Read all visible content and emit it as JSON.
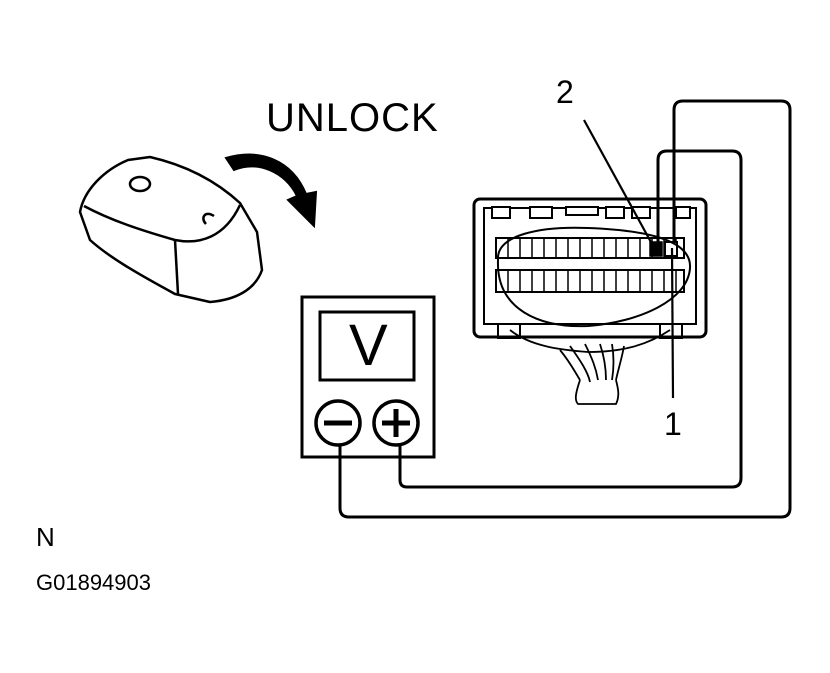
{
  "labels": {
    "unlock": "UNLOCK",
    "terminal_2": "2",
    "terminal_1": "1",
    "meter_symbol": "V",
    "view_letter": "N",
    "figure_code": "G01894903"
  },
  "colors": {
    "ink": "#000000",
    "paper": "#ffffff"
  },
  "icons": {
    "key": "remote-key-icon",
    "arrow": "curved-arrow-icon",
    "meter": "voltmeter-icon",
    "connector": "connector-icon"
  }
}
